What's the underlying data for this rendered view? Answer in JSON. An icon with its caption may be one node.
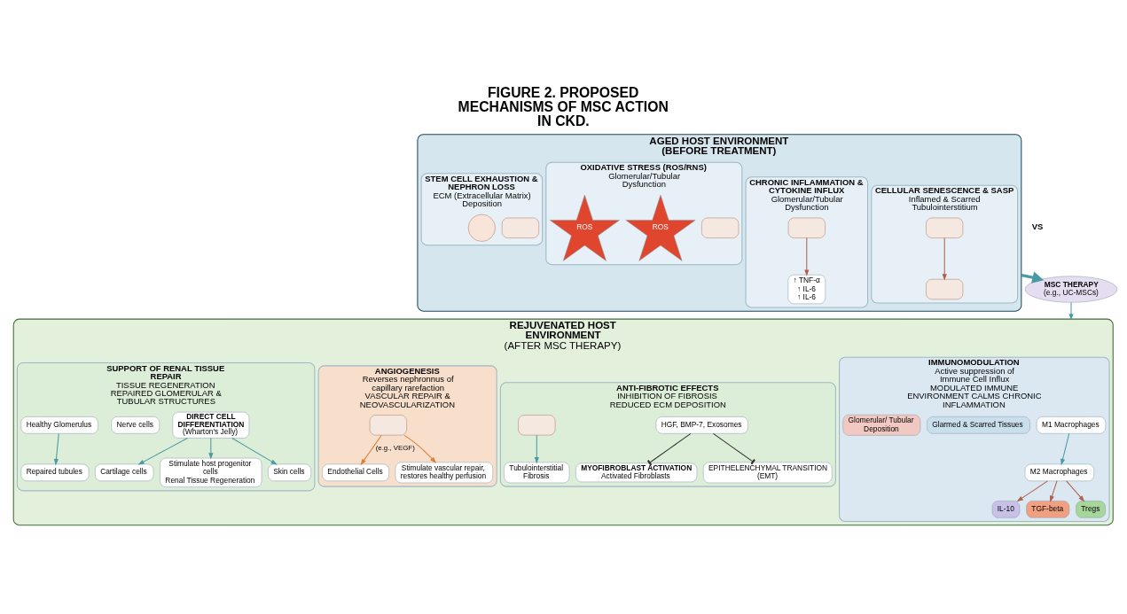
{
  "diagram": {
    "title": "FIGURE 2. PROPOSED MECHANISMS OF MSC ACTION IN CKD.",
    "nodes": [
      {
        "text": [
          "AGED HOST ENVIRONMENT (BEFORE TREATMENT)"
        ]
      },
      {
        "text": [
          "CELLULAR SENESCENCE & SASP",
          "Inflamed & Scarred Tubulointerstitium"
        ],
        "in": 0
      },
      {
        "text": [],
        "shape": "box",
        "in": 1
      },
      {
        "text": [],
        "shape": "box",
        "in": 1
      },
      {
        "text": [
          "CHRONIC INFLAMMATION & CYTOKINE INFLUX",
          "Glomerular/Tubular Dysfunction"
        ],
        "in": 0
      },
      {
        "text": [],
        "shape": "box",
        "in": 4
      },
      {
        "text": [
          "↑ TNF-α",
          "↑ IL-6",
          "↑ IL-6"
        ],
        "in": 4
      },
      {
        "text": [
          "OXIDATIVE STRESS (ROS/RNS)",
          "Glomerular/Tubular Dysfunction"
        ],
        "in": 0
      },
      {
        "text": [],
        "shape": "box",
        "in": 7
      },
      {
        "text": [
          "ROS"
        ],
        "in": 7
      },
      {
        "text": [
          "ROS"
        ],
        "in": 7
      },
      {
        "text": [
          "STEM CELL EXHAUSTION & NEPHRON LOSS",
          "ECM (Extracellular Matrix) Deposition"
        ],
        "in": 0
      },
      {
        "text": [],
        "shape": "box",
        "in": 11
      },
      {
        "text": [],
        "shape": "circle",
        "in": 11
      },
      {
        "text": [
          "MSC THERAPY",
          "(e.g., UC-MSCs)"
        ]
      },
      {
        "text": [
          "REJUVENATED HOST ENVIRONMENT",
          "(AFTER MSC THERAPY)"
        ]
      },
      {
        "text": [
          "IMMUNOMODULATION",
          "Active suppression of Immune Cell Influx",
          "MODULATED IMMUNE ENVIRONMENT CALMS CHRONIC INFLAMMATION"
        ],
        "in": 15
      },
      {
        "text": [
          "M1 Macrophages"
        ],
        "in": 16
      },
      {
        "text": [
          "M2 Macrophages"
        ],
        "in": 16
      },
      {
        "text": [
          "IL-10"
        ],
        "in": 16
      },
      {
        "text": [
          "TGF-beta"
        ],
        "in": 16
      },
      {
        "text": [
          "Tregs"
        ],
        "in": 16
      },
      {
        "text": [
          "Glarmed & Scarred Tissues"
        ],
        "in": 16
      },
      {
        "text": [
          "Glomerular/ Tubular Deposition"
        ],
        "in": 16
      },
      {
        "text": [
          "ANTI-FIBROTIC EFFECTS",
          "INHIBITION OF FIBROSIS REDUCED ECM DEPOSITION"
        ],
        "in": 15
      },
      {
        "text": [
          "MYOFIBROBLAST ACTIVATION",
          "Activated Fibroblasts"
        ],
        "in": 24
      },
      {
        "text": [
          "HGF, BMP-7, Exosomes"
        ],
        "in": 24
      },
      {
        "text": [
          "EPITHELENCHYMAL TRANSITION (EMT)"
        ],
        "in": 24
      },
      {
        "text": [],
        "shape": "box",
        "in": 24
      },
      {
        "text": [
          "Tubulointerstitial Fibrosis"
        ],
        "in": 24
      },
      {
        "text": [
          "ANGIOGENESIS",
          "Reverses nephronnus of capillary rarefaction",
          "VASCULAR REPAIR & NEOVASCULARIZATION"
        ],
        "in": 15
      },
      {
        "text": [],
        "shape": "box",
        "in": 30
      },
      {
        "text": [
          "Endothelial Cells"
        ],
        "in": 30
      },
      {
        "text": [
          "Stimulate vascular repair, restores healthy perfusion"
        ],
        "in": 30
      },
      {
        "text": [
          "SUPPORT OF RENAL TISSUE REPAIR",
          "TISSUE REGENERATION",
          "REPAIRED GLOMERULAR & TUBULAR STRUCTURES"
        ],
        "in": 15
      },
      {
        "text": [
          "DIRECT CELL DIFFERENTIATION",
          "(Wharton's Jelly)"
        ],
        "in": 34
      },
      {
        "text": [
          "Skin cells"
        ],
        "in": 34
      },
      {
        "text": [
          "Nerve cells"
        ],
        "in": 34
      },
      {
        "text": [
          "Cartilage cells"
        ],
        "in": 34
      },
      {
        "text": [
          "Stimulate host progenitor cells",
          "Renal Tissue Regeneration"
        ],
        "in": 34
      },
      {
        "text": [
          "Healthy Glomerulus"
        ],
        "in": 34
      },
      {
        "text": [
          "Repaired tubules"
        ],
        "in": 34
      }
    ],
    "edges": [
      {
        "from": 2,
        "to": 3,
        "arrow": "to",
        "color": "#b0604a"
      },
      {
        "from": 5,
        "to": 6,
        "arrow": "to",
        "color": "#b0604a"
      },
      {
        "from": 0,
        "to": 14,
        "arrow": "to",
        "style": "thick"
      },
      {
        "from": 14,
        "to": 15,
        "arrow": "to"
      },
      {
        "from": 17,
        "to": 18,
        "arrow": "to"
      },
      {
        "from": 18,
        "to": 19,
        "arrow": "to",
        "color": "#b0604a"
      },
      {
        "from": 18,
        "to": 20,
        "arrow": "to",
        "color": "#b0604a"
      },
      {
        "from": 18,
        "to": 21,
        "arrow": "to",
        "color": "#b0604a"
      },
      {
        "from": 26,
        "to": 25,
        "arrow": "other",
        "color": "#333333"
      },
      {
        "from": 26,
        "to": 27,
        "arrow": "other",
        "color": "#333333"
      },
      {
        "from": 28,
        "to": 29,
        "arrow": "to"
      },
      {
        "from": 31,
        "to": 32,
        "arrow": "to",
        "label": "(e.g., VEGF)",
        "color": "#d9803a"
      },
      {
        "from": 31,
        "to": 33,
        "arrow": "to",
        "color": "#d9803a"
      },
      {
        "from": 35,
        "to": 36,
        "arrow": "to"
      },
      {
        "from": 35,
        "to": 38,
        "arrow": "to"
      },
      {
        "from": 35,
        "to": 39,
        "arrow": "to"
      },
      {
        "from": 40,
        "to": 41,
        "arrow": "to"
      }
    ],
    "labels": [
      "VS"
    ]
  }
}
